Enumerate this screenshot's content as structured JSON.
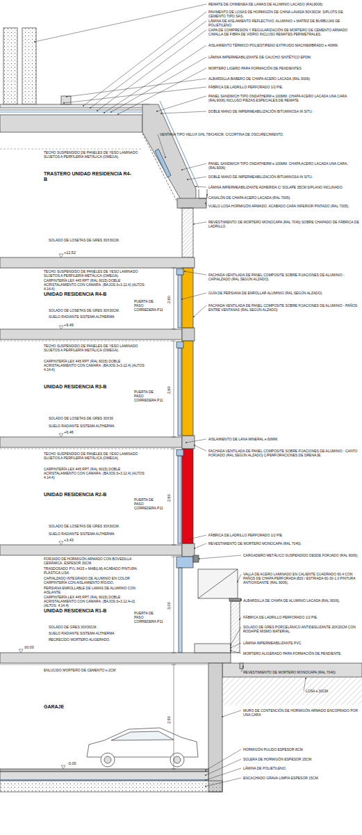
{
  "diagram": {
    "labels": [
      "REMATE DE CHIMENEA DE LAMAS DE ALUMINIO LACADO (RAL9006)",
      "PAVIMENTO DE LOSAS DE HORMIGÓN DE CHINA LAVADA 50X30CM. S/PLOTS DE CEMENTO TIPO SAS.",
      "LÁMINA DE AISLAMIENTO REFLECTIVO, ALUMINIO + MATRIZ DE BURBUJAS DE POLIETILENO.",
      "CAPA DE COMPRESIÓN Y REGULARIZACIÓN DE MORTERO DE CEMENTO ARMADO C/MALLA DE FIBRA DE VIDRIO INCLUSO REMATES PERIMETRALES.",
      "AISLAMIENTO TÉRMICO POLIESTIRENO EXTRUIDO MACHIEMBRADO e.40MM.",
      "LÁMINA IMPERMEABILIZANTE DE CAUCHO SINTÉTICO EPDM.",
      "MORTERO LIGERO PARA FORMACIÓN DE PENDIENTES",
      "ALBARDILLA-BABERO DE CHAPA ACERO LACADA (RAL 9006)",
      "FÁBRICA DE LADRILLO PERFORADO 1/2 PIE.",
      "PANEL SANDWICH TIPO ONDATHERM e.100MM. CHAPA ACERO LACADA UNA CARA (RAL9006) INCLUSO PIEZAS ESPECIALES DE REMATE.",
      "DOBLE MANO DE IMPERMEABILIZACIÓN BITUMINOSA IN SITU.",
      "VENTANA TIPO VELUX GHL 78X140CM. C/CORTINA DE OSCURECIMIENTO.",
      "PANEL SANDWICH TIPO ONDATHERM e.100MM. CHAPA ACERO LACADA UNA CARA. (RAL9006)",
      "DOBLE MANO DE IMPERMEABILIZACIÓN BITUMINOSA IN SITU.",
      "LÁMINA IMPERMEABILIZANTE ADHERIDA C/ SOLAPE 35CM S/PLANO INCLINADO.",
      "CANALÓN DE CHAPA ACERO LACADA (RAL 7005).",
      "VUELO LOSA HORMIGÓN ARMADO. ACABADO CARA INFERIOR PINTADO (RAL 7005).",
      "REVESTIMIENTO DE MORTERO MONOCAPA (RAL 7040) SOBRE CHAPADO DE FÁBRICA DE LADRILLO.",
      "FACHADA VENTILADA DE PANEL COMPOSITE SOBRE FIJACIONES DE ALUMINIO - CAPIALZADO (RAL SEGÚN ALZADO).",
      "GUÍA DE PERSIANA DE ENROLLAR ALUMINIO (RAL SEGÚN ALZADO).",
      "FACHADA VENTILADA DE PANEL COMPOSITE SOBRE FIJACIONES DE ALUMINIO - PAÑOS ENTRE VENTANAS (RAL SEGÚN ALZADO)",
      "AISLAMIENTO DE LANA MINERAL e.60MM.",
      "FACHADA VENTILADA DE PANEL COMPOSITE SOBRE FIJACIONES DE ALUMINIO - CANTO FORJADO (RAL SEGÚN ALZADO) C/PERFORACIONES DE DRENAJE.",
      "FÁBRICA DE LADRILLO PERFORADO 1/2 PIE.",
      "REVESTIMIENTO DE MORTERO MONOCAPA (RAL 7040).",
      "CARGADERO METÁLICO SUSPENDIDO DESDE FORJADO (RAL 9006).",
      "VALLA DE ACERO LAMINADO EN CALIENTE CUADRADO 60.4 CON PAÑOS DE CHAPA PERFORADA Ø20 / ESTRIADA 60-30-1.0 PINTURA ANTIOXIDANTE (RAL 9006).",
      "ALBARDILLA DE CHAPA DE ALUMINIO LACADA (RAL 9006).",
      "FÁBRICA DE LADRILLO PERFORADO 1/2 PIE.",
      "SOLADO DE GRES PORCELÁNICO ANTIDESLIZANTE 20X20CM CON RODAPIÉ MISMO MATERIAL.",
      "LÁMINA IMPERMEABILIZANTE PVC.",
      "MORTERO ALIGERADO PARA FORMACIÓN DE PENDIENTE.",
      "REVESTIMIENTO DE MORTERO MONOCAPA (RAL 7040).",
      "LOSA e.30CM.",
      "MURO DE CONTENCIÓN DE HORMIGÓN ARMADO ENCOFRADO POR UNA CARA",
      "HORMIGÓN PULIDO ESPESOR 8CM.",
      "SOLERA DE HORMIGÓN ESPESOR 15CM.",
      "LÁMINA DE POLIETILENO.",
      "ENCACHADO GRAVA LIMPIA ESPESOR 15CM.",
      "TECHO SUSPENDIDO DE PANELES DE YESO LAMINADO SUJETOS A PERFILERÍA METÁLICA (OMEGA).",
      "TRASTERO UNIDAD RESIDENCIA R4-B",
      "SOLADO DE LOSETAS DE GRES 30X30CM.",
      "+12,52",
      "TECHO SUSPENDIDO DE PANELES DE YESO LAMINADO SUJETOS A PERFILERÍA METÁLICA (OMEGA).",
      "CARPINTERÍA LEX 445 RPT (RAL 6015) DOBLE ACRISTALAMIENTO CON CAMARA. (BAJOS:3+3.12.4) (ALTOS: 4.14.4)",
      "UNIDAD RESIDENCIA R4-B",
      "PUERTA DE PASO CORREDERA P11",
      "2,60",
      "SOLADO DE LOSETAS DE GRES 30X30CM.",
      "SUELO RADIANTE SISTEMA ALTHERMA",
      "+9,49",
      "TECHO SUSPENDIDO DE PANELES DE YESO LAMINADO SUJETOS A PERFILERÍA METÁLICA (OMEGA).",
      "CARPINTERÍA LEX 445 RPT (RAL 6015) DOBLE ACRISTALAMIENTO CON CAMARA. (BAJOS:3+3.12.4) (ALTOS: 4.14.4)",
      "UNIDAD RESIDENCIA R3-B",
      "PUERTA DE PASO CORREDERA P11",
      "2,60",
      "SOLADO DE LOSETAS DE GRES 30X30",
      "SUELO RADIANTE SISTEMA ALTHERMA",
      "+6,46",
      "TECHO SUSPENDIDO DE PANELES DE YESO LAMINADO SUJETOS A PERFILERÍA METÁLICA (OMEGA).",
      "CARPINTERÍA LEX 445 RPT (RAL 6015) DOBLE ACRISTALAMIENTO CON CAMARA. (BAJOS:3+3.12.4) (ALTOS: 4.14.4)",
      "UNIDAD RESIDENCIA R2-B",
      "PUERTA DE PASO CORREDERA P11",
      "2,60",
      "SOLADO DE LOSETAS DE GRES 30X30CM.",
      "SUELO RADIANTE SISTEMA ALTHERMA",
      "+3,43",
      "FORJADO DE HORMIGÓN ARMADO CON BOVEDILLA CERÁMICA, ESPESOR 30CM.",
      "TRASDOSADO PYL 6415 + MAB(LM) ACABADO PINTURA PLÁSTICA LISA.",
      "CAPIALZADO INTEGRADO DE ALUMINIO EN COLOR CARPINTERÍA CON AISLAMIENTO RÍGIDO.",
      "PERSIANA ENROLLABLE DE LAMAS DE ALUMINIO CON AISLANTE.",
      "CARPINTERÍA LEX 445 RPT (RAL 6015) DOBLE ACRISTALAMIENTO CON CAMARA. (BAJOS:3+3.12.4+3) (ALTOS: 4.14.4)",
      "UNIDAD RESIDENCIA R1-B",
      "PUERTA DE PASO CORREDERA P11",
      "3,00",
      "SOLADO DE GRES 30X30CM.",
      "SUELO RADIANTE SISTEMA ALTHERMA",
      "RECRECIDO MORTERO ALIGERADO.",
      "±0,00",
      "ENLUCIDO MORTERO DE CEMENTO e.2CM",
      "GARAJE",
      "2,50",
      "-3,00"
    ]
  }
}
